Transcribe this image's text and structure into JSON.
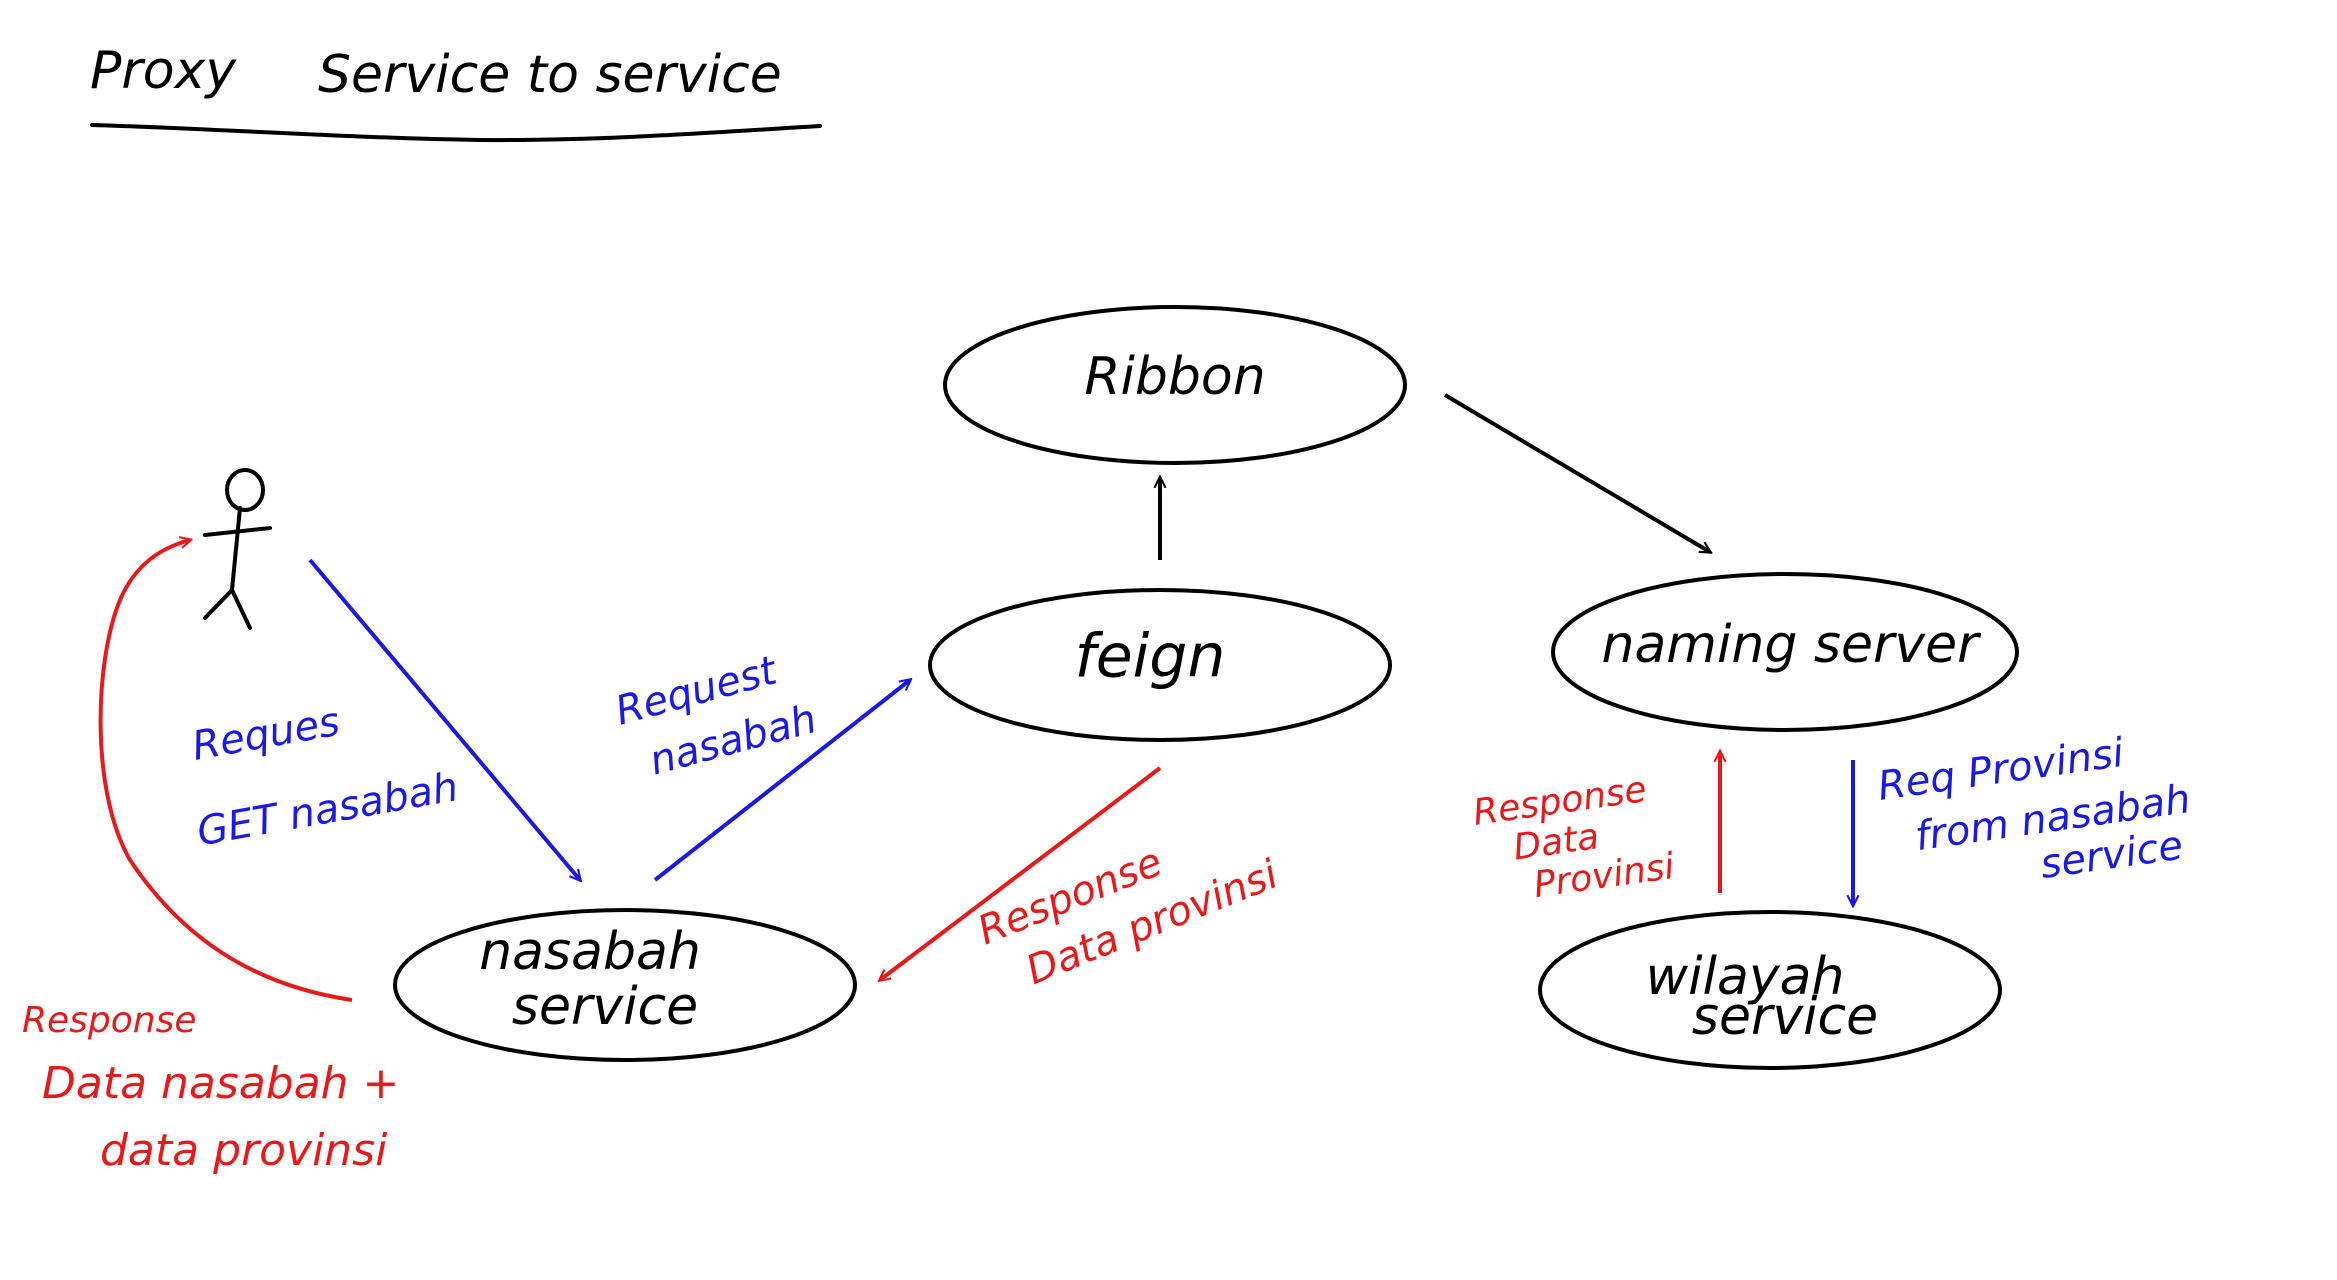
{
  "title": {
    "left": "Proxy",
    "right": "Service to service"
  },
  "colors": {
    "ink": "#000000",
    "request": "#1a1ae6",
    "response": "#e61a1a"
  },
  "nodes": {
    "ribbon": "Ribbon",
    "feign": "feign",
    "naming_server": "naming server",
    "nasabah_service": {
      "line1": "nasabah",
      "line2": "service"
    },
    "wilayah_service": {
      "line1": "wilayah",
      "line2": "service"
    }
  },
  "notes": {
    "user_request": {
      "line1": "Reques",
      "line2": "GET nasabah"
    },
    "nasabah_request": {
      "line1": "Request",
      "line2": "nasabah"
    },
    "feign_response": {
      "line1": "Response",
      "line2": "Data provinsi"
    },
    "wilayah_response": {
      "line1": "Response",
      "line2": "Data",
      "line3": "Provinsi"
    },
    "naming_request": {
      "line1": "Req Provinsi",
      "line2": "from nasabah",
      "line3": "service"
    },
    "user_response": {
      "line1": "Response",
      "line2": "Data nasabah +",
      "line3": "data provinsi"
    }
  }
}
